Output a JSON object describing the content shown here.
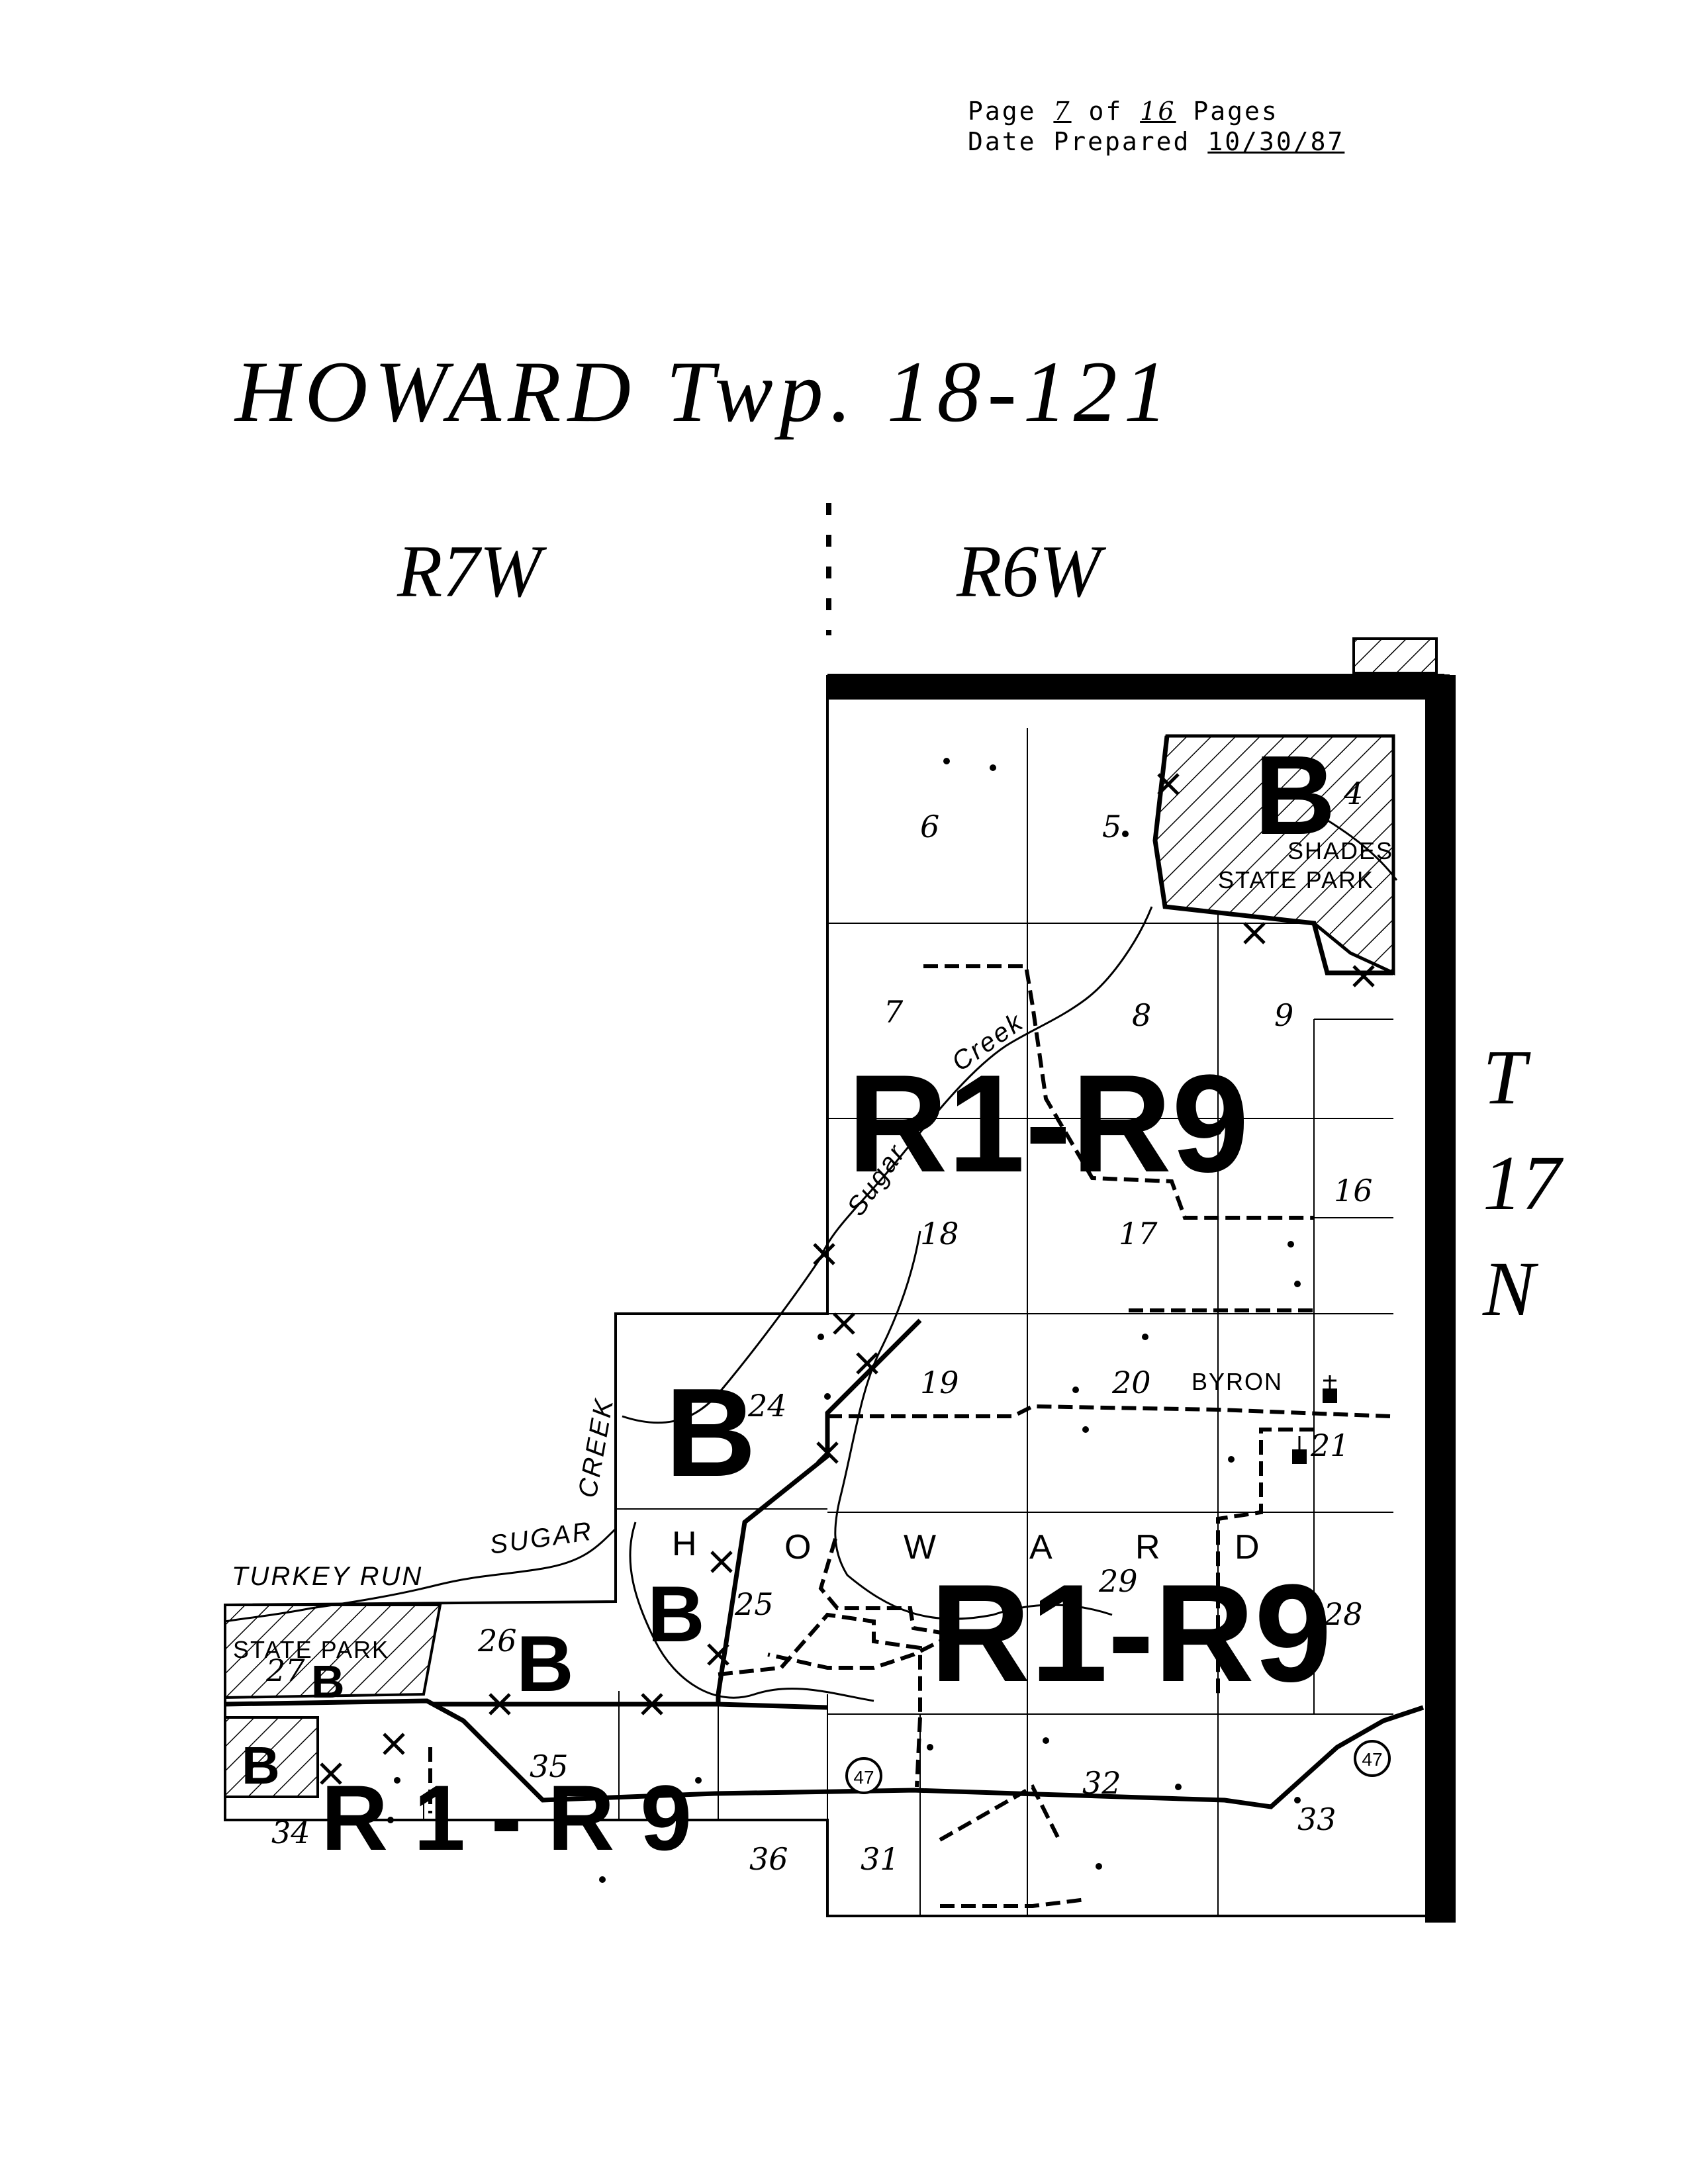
{
  "header": {
    "page_label": "Page",
    "page_number": "7",
    "of_label": "of",
    "total_pages": "16",
    "pages_label": "Pages",
    "date_label": "Date Prepared",
    "date_value": "10/30/87"
  },
  "title": "HOWARD Twp. 18-121",
  "ranges": {
    "west": "R7W",
    "east": "R6W"
  },
  "township": {
    "t": "T",
    "num": "17",
    "n": "N"
  },
  "sections": [
    "6",
    "5",
    "4",
    "7",
    "8",
    "9",
    "16",
    "18",
    "17",
    "24",
    "19",
    "20",
    "21",
    "25",
    "29",
    "28",
    "26",
    "27",
    "35",
    "32",
    "33",
    "34",
    "36",
    "31"
  ],
  "zones": {
    "b_top": "B",
    "r1r9_top": "R1-R9",
    "b_mid": "B",
    "b_small": "B",
    "r1r9_mid": "R1-R9",
    "b_26": "B",
    "b_27": "B",
    "b_sp": "B",
    "r1r9_bottom": "R 1 - R 9"
  },
  "places": {
    "shades": "SHADES",
    "state_park_top": "STATE PARK",
    "state_park_left": "STATE PARK",
    "byron": "BYRON",
    "turkey_run": "TURKEY RUN",
    "sugar": "SUGAR",
    "creek_left": "CREEK",
    "sugar_creek_a": "Creek",
    "sugar_creek_b": "Sugar"
  },
  "howard_letters": [
    "H",
    "O",
    "W",
    "A",
    "R",
    "D"
  ],
  "route_markers": [
    "47",
    "47"
  ]
}
